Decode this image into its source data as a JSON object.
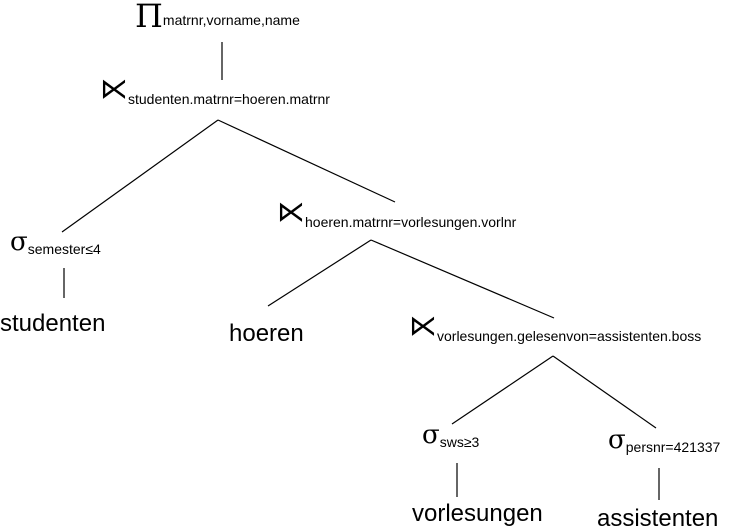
{
  "tree": {
    "root": {
      "symbol": "Π",
      "subscript": "matrnr,vorname,name"
    },
    "semijoin_1": {
      "symbol": "⋉",
      "subscript": "studenten.matrnr=hoeren.matrnr"
    },
    "select_semester": {
      "symbol": "σ",
      "subscript": "semester≤4"
    },
    "relation_studenten": {
      "label": "studenten"
    },
    "semijoin_2": {
      "symbol": "⋉",
      "subscript": "hoeren.matrnr=vorlesungen.vorlnr"
    },
    "relation_hoeren": {
      "label": "hoeren"
    },
    "semijoin_3": {
      "symbol": "⋉",
      "subscript": "vorlesungen.gelesenvon=assistenten.boss"
    },
    "select_sws": {
      "symbol": "σ",
      "subscript": "sws≥3"
    },
    "relation_vorlesungen": {
      "label": "vorlesungen"
    },
    "select_persnr": {
      "symbol": "σ",
      "subscript": "persnr=421337"
    },
    "relation_assistenten": {
      "label": "assistenten"
    }
  }
}
